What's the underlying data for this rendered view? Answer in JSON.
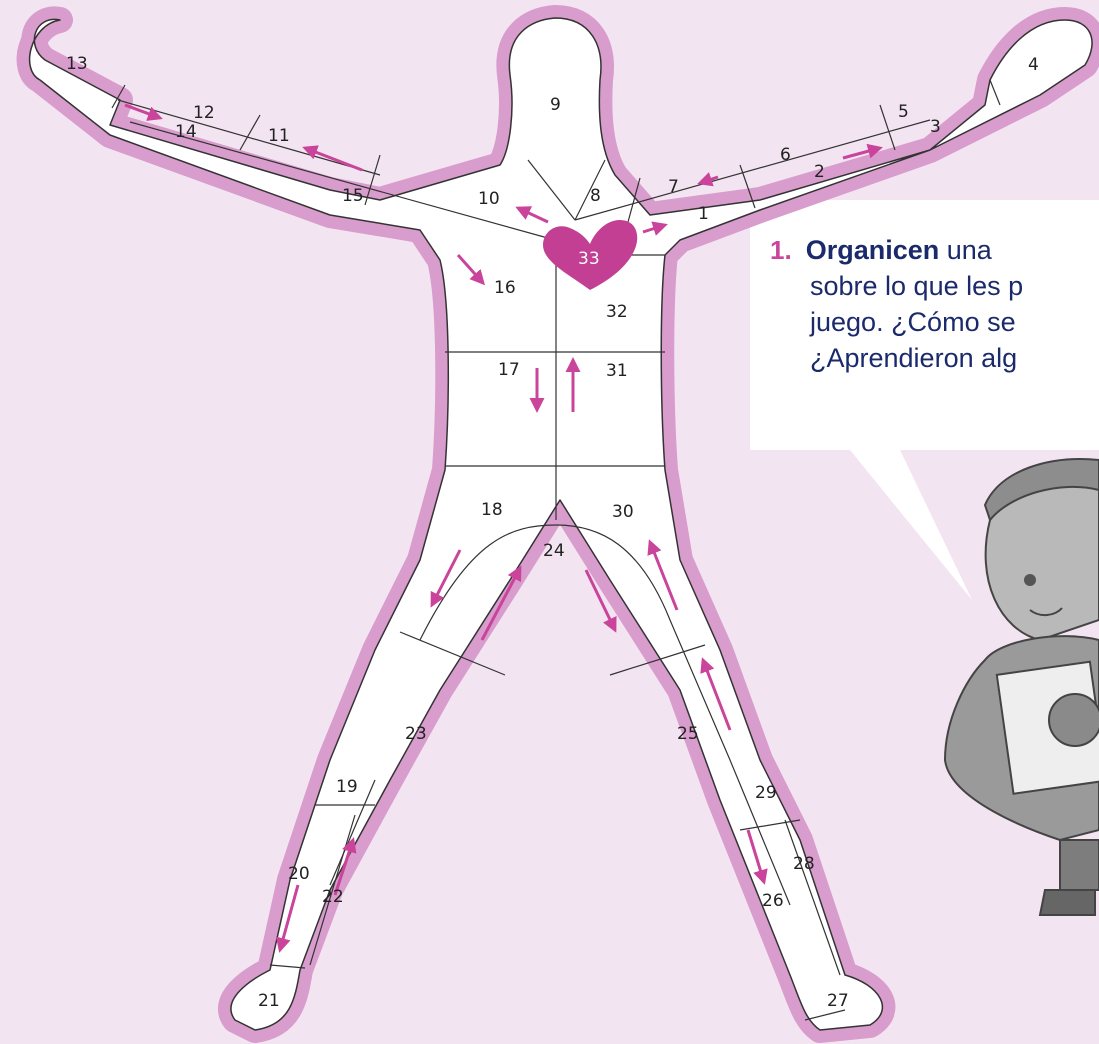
{
  "instruction": {
    "step_number": "1.",
    "bold_word": "Organicen",
    "line1_rest": " una",
    "line2": "sobre lo que les p",
    "line3": "juego. ¿Cómo se",
    "line4": "¿Aprendieron alg"
  },
  "board": {
    "numbers": [
      "1",
      "2",
      "3",
      "4",
      "5",
      "6",
      "7",
      "8",
      "9",
      "10",
      "11",
      "12",
      "13",
      "14",
      "15",
      "16",
      "17",
      "18",
      "19",
      "20",
      "21",
      "22",
      "23",
      "24",
      "25",
      "26",
      "27",
      "28",
      "29",
      "30",
      "31",
      "32",
      "33"
    ],
    "heart_label": "33"
  },
  "colors": {
    "background": "#f3e4f1",
    "board_border": "#d89ccd",
    "arrow": "#c9449a",
    "heart": "#c23f93",
    "text_blue": "#1b2a6b"
  }
}
